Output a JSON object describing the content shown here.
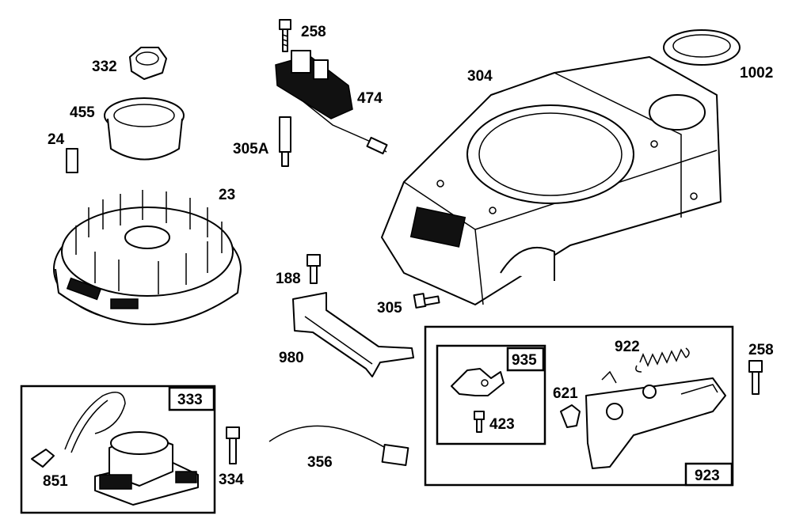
{
  "parts": {
    "p258_top": "258",
    "p332": "332",
    "p474": "474",
    "p304": "304",
    "p1002": "1002",
    "p455": "455",
    "p24": "24",
    "p305a": "305A",
    "p23": "23",
    "p188": "188",
    "p305": "305",
    "p980": "980",
    "p922": "922",
    "p258_right": "258",
    "p935": "935",
    "p621": "621",
    "p423": "423",
    "p923": "923",
    "p333": "333",
    "p851": "851",
    "p334": "334",
    "p356": "356"
  }
}
